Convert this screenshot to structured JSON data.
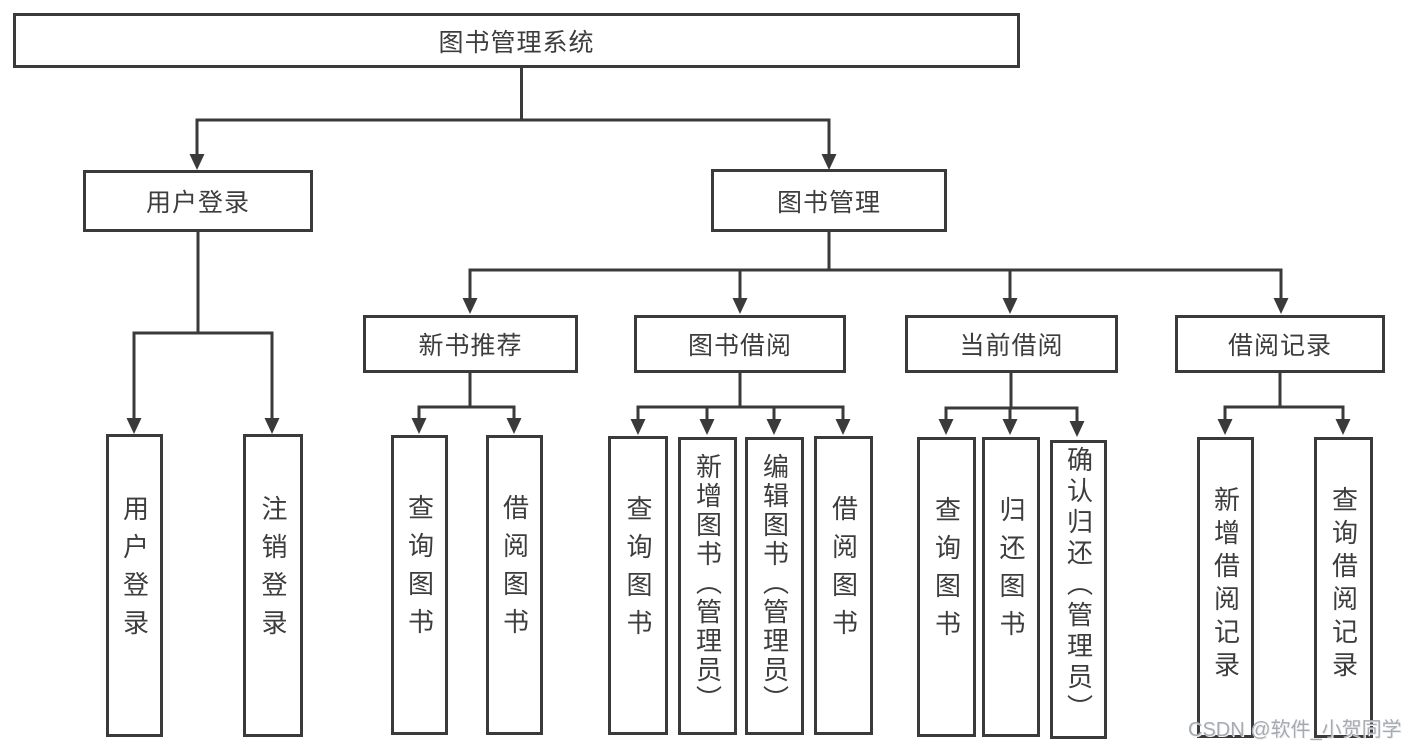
{
  "tree": {
    "root": "图书管理系统",
    "branches": [
      {
        "label": "用户登录",
        "children": [
          "用户登录",
          "注销登录"
        ]
      },
      {
        "label": "图书管理",
        "groups": [
          {
            "label": "新书推荐",
            "children": [
              "查询图书",
              "借阅图书"
            ]
          },
          {
            "label": "图书借阅",
            "children": [
              "查询图书",
              "新增图书（管理员）",
              "编辑图书（管理员）",
              "借阅图书"
            ]
          },
          {
            "label": "当前借阅",
            "children": [
              "查询图书",
              "归还图书",
              "确认归还（管理员）"
            ]
          },
          {
            "label": "借阅记录",
            "children": [
              "新增借阅记录",
              "查询借阅记录"
            ]
          }
        ]
      }
    ]
  },
  "watermark": {
    "text": "CSDN @软件_小贺同学"
  },
  "colors": {
    "line": "#3a3a3a",
    "text": "#3d3d3d",
    "box_fill": "#ffffff",
    "background": "#ffffff",
    "watermark": "#a6abb1"
  }
}
